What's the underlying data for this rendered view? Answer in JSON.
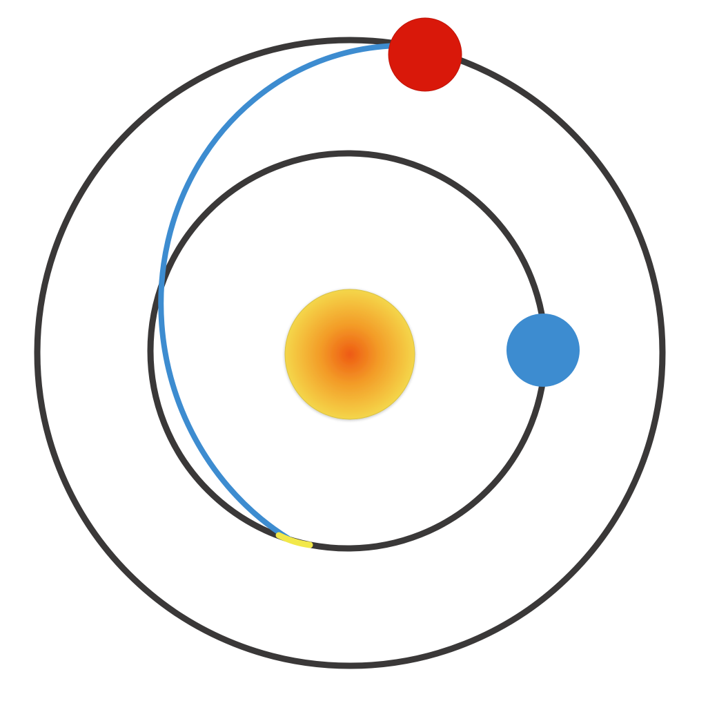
{
  "diagram": {
    "kind": "transfer-orbit",
    "colors": {
      "background": "#ffffff",
      "orbit": "#3a3838",
      "sun_center": "#ee5a12",
      "sun_mid": "#f39b27",
      "sun_edge": "#f4d64a",
      "inner_planet": "#3d8cd0",
      "outer_planet": "#d9180a",
      "transfer_path": "#3d8cd0",
      "departure_segment": "#f2e84a"
    },
    "elements": {
      "sun": {
        "icon": "sun-icon"
      },
      "inner_orbit": {
        "icon": "circle-orbit"
      },
      "outer_orbit": {
        "icon": "circle-orbit"
      },
      "inner_planet": {
        "icon": "blue-planet-icon"
      },
      "outer_planet": {
        "icon": "red-planet-icon"
      },
      "transfer_path": {
        "icon": "transfer-arc"
      },
      "departure_segment": {
        "icon": "departure-marker"
      }
    }
  }
}
